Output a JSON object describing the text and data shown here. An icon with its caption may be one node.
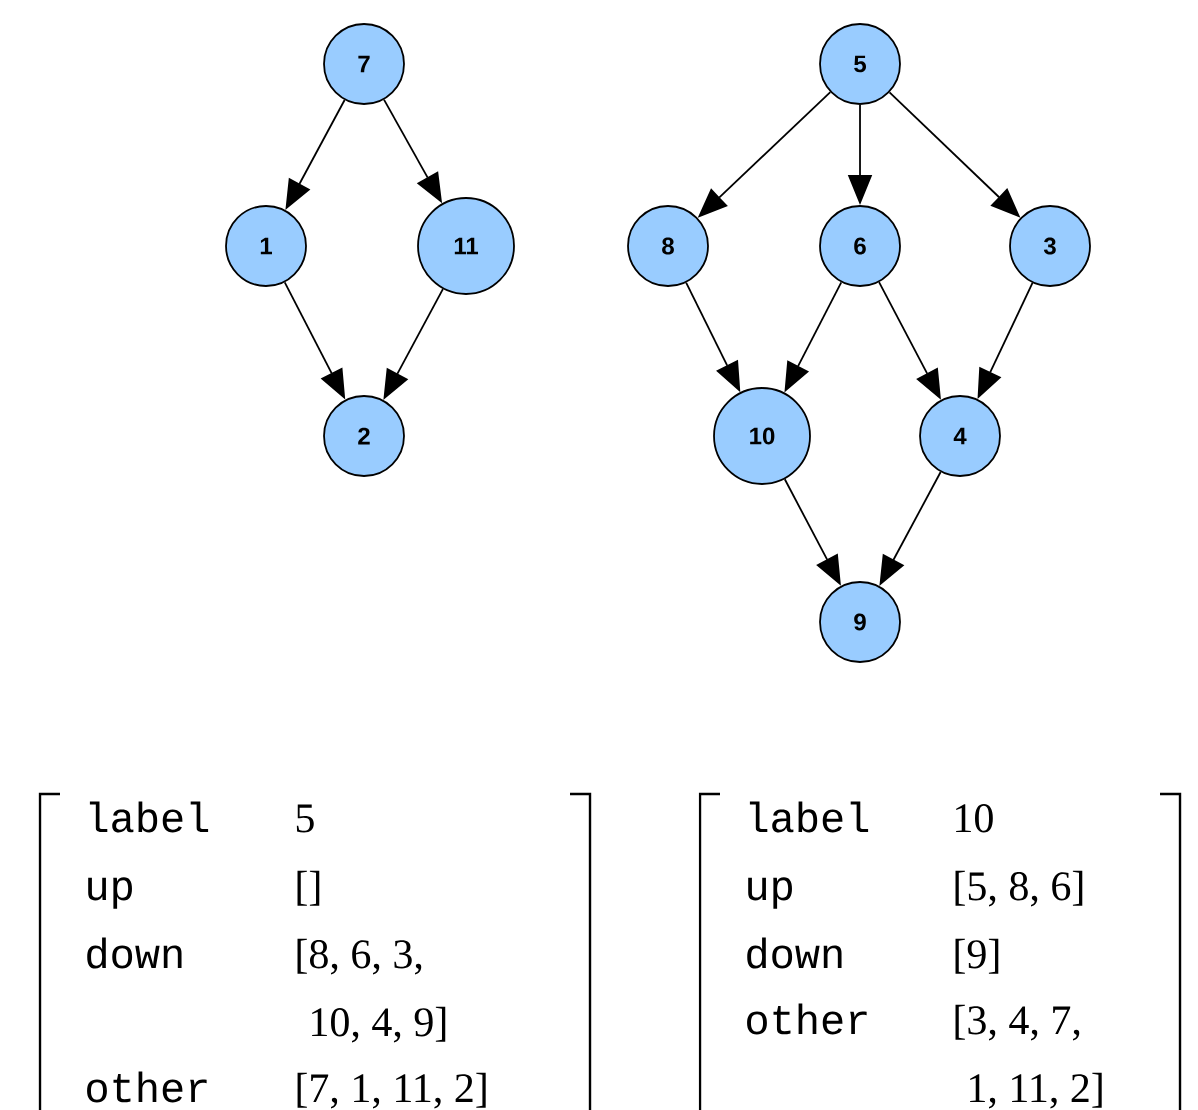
{
  "diagram": {
    "nodes": [
      {
        "text": [
          "7"
        ]
      },
      {
        "text": [
          "1"
        ]
      },
      {
        "text": [
          "11"
        ]
      },
      {
        "text": [
          "2"
        ]
      },
      {
        "text": [
          "5"
        ]
      },
      {
        "text": [
          "8"
        ]
      },
      {
        "text": [
          "6"
        ]
      },
      {
        "text": [
          "3"
        ]
      },
      {
        "text": [
          "10"
        ]
      },
      {
        "text": [
          "4"
        ]
      },
      {
        "text": [
          "9"
        ]
      }
    ],
    "edges": [
      {
        "from": 0,
        "to": 1,
        "arrow": "to"
      },
      {
        "from": 0,
        "to": 2,
        "arrow": "to"
      },
      {
        "from": 1,
        "to": 3,
        "arrow": "to"
      },
      {
        "from": 2,
        "to": 3,
        "arrow": "to"
      },
      {
        "from": 4,
        "to": 5,
        "arrow": "to"
      },
      {
        "from": 4,
        "to": 6,
        "arrow": "to"
      },
      {
        "from": 4,
        "to": 7,
        "arrow": "to"
      },
      {
        "from": 5,
        "to": 8,
        "arrow": "to"
      },
      {
        "from": 6,
        "to": 8,
        "arrow": "to"
      },
      {
        "from": 6,
        "to": 9,
        "arrow": "to"
      },
      {
        "from": 7,
        "to": 9,
        "arrow": "to"
      },
      {
        "from": 8,
        "to": 10,
        "arrow": "to"
      },
      {
        "from": 9,
        "to": 10,
        "arrow": "to"
      }
    ],
    "labels": [
      "label",
      "5",
      "up",
      "[]",
      "down",
      "[8, 6, 3, 10, 4, 9]",
      "other",
      "[7, 1, 11, 2]",
      "label",
      "10",
      "up",
      "[5, 8, 6]",
      "down",
      "[9]",
      "other",
      "[3, 4, 7, 1, 11, 2]"
    ]
  }
}
